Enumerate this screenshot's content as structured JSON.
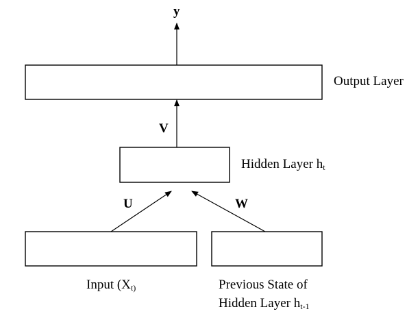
{
  "diagram": {
    "output_symbol": "y",
    "output_layer": "Output Layer",
    "weight_v": "V",
    "hidden_layer": {
      "text": "Hidden Layer h",
      "sub": "t"
    },
    "weight_u": "U",
    "weight_w": "W",
    "input": {
      "text": "Input (X",
      "sub": "t)"
    },
    "previous_state": {
      "line1": "Previous State of",
      "line2_text": "Hidden Layer h",
      "line2_sub": "t-1"
    }
  }
}
